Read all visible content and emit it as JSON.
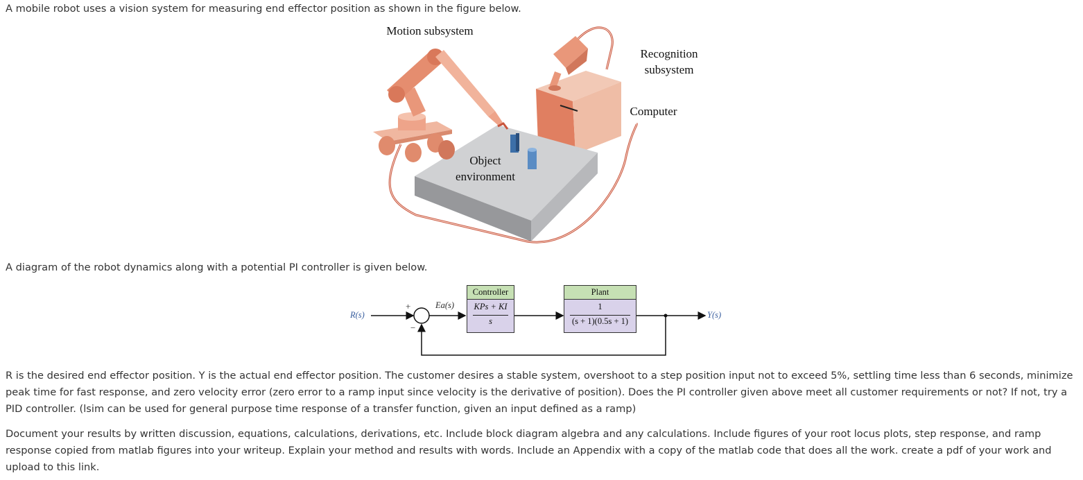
{
  "paragraphs": {
    "intro": "A mobile robot uses a vision system for measuring end effector position as shown in the figure below.",
    "diagram_intro": "A diagram of the robot dynamics along with a potential PI controller is given below.",
    "requirements": "R is the desired end effector position.  Y is the actual end effector position.  The customer desires a stable system, overshoot to a step position input not to exceed 5%, settling time less than 6 seconds, minimize peak time for fast response, and zero velocity error (zero error to a ramp input since velocity is the derivative of position).  Does the PI controller given above meet all customer requirements or not?  If not, try a PID controller.  (lsim can be used for general purpose time response of a transfer function, given an input defined as a ramp)",
    "documentation": "Document your results by written discussion, equations, calculations, derivations, etc.  Include block diagram algebra and any calculations.  Include figures of your root locus plots, step response, and ramp response copied from matlab figures into your writeup.  Explain your method and results with words.  Include an Appendix with a copy of the matlab code that does all the work.  create a pdf of your work and upload to this link."
  },
  "robot_figure": {
    "motion_label": "Motion subsystem",
    "recognition_label_line1": "Recognition",
    "recognition_label_line2": "subsystem",
    "computer_label": "Computer",
    "object_label_line1": "Object",
    "object_label_line2": "environment"
  },
  "block_diagram": {
    "input_label": "R(s)",
    "output_label": "Y(s)",
    "error_label": "Ea(s)",
    "plus_sign": "+",
    "minus_sign": "−",
    "controller": {
      "title": "Controller",
      "numerator": "KPs + KI",
      "denominator": "s"
    },
    "plant": {
      "title": "Plant",
      "numerator": "1",
      "denominator": "(s + 1)(0.5s + 1)"
    }
  },
  "colors": {
    "robot_salmon": "#e9977a",
    "cable_red": "#c8553d",
    "table_gray": "#c9cacc",
    "controller_head": "#c6e0b4",
    "block_body": "#d9d2ea",
    "signal_blue": "#3a5f9f"
  }
}
